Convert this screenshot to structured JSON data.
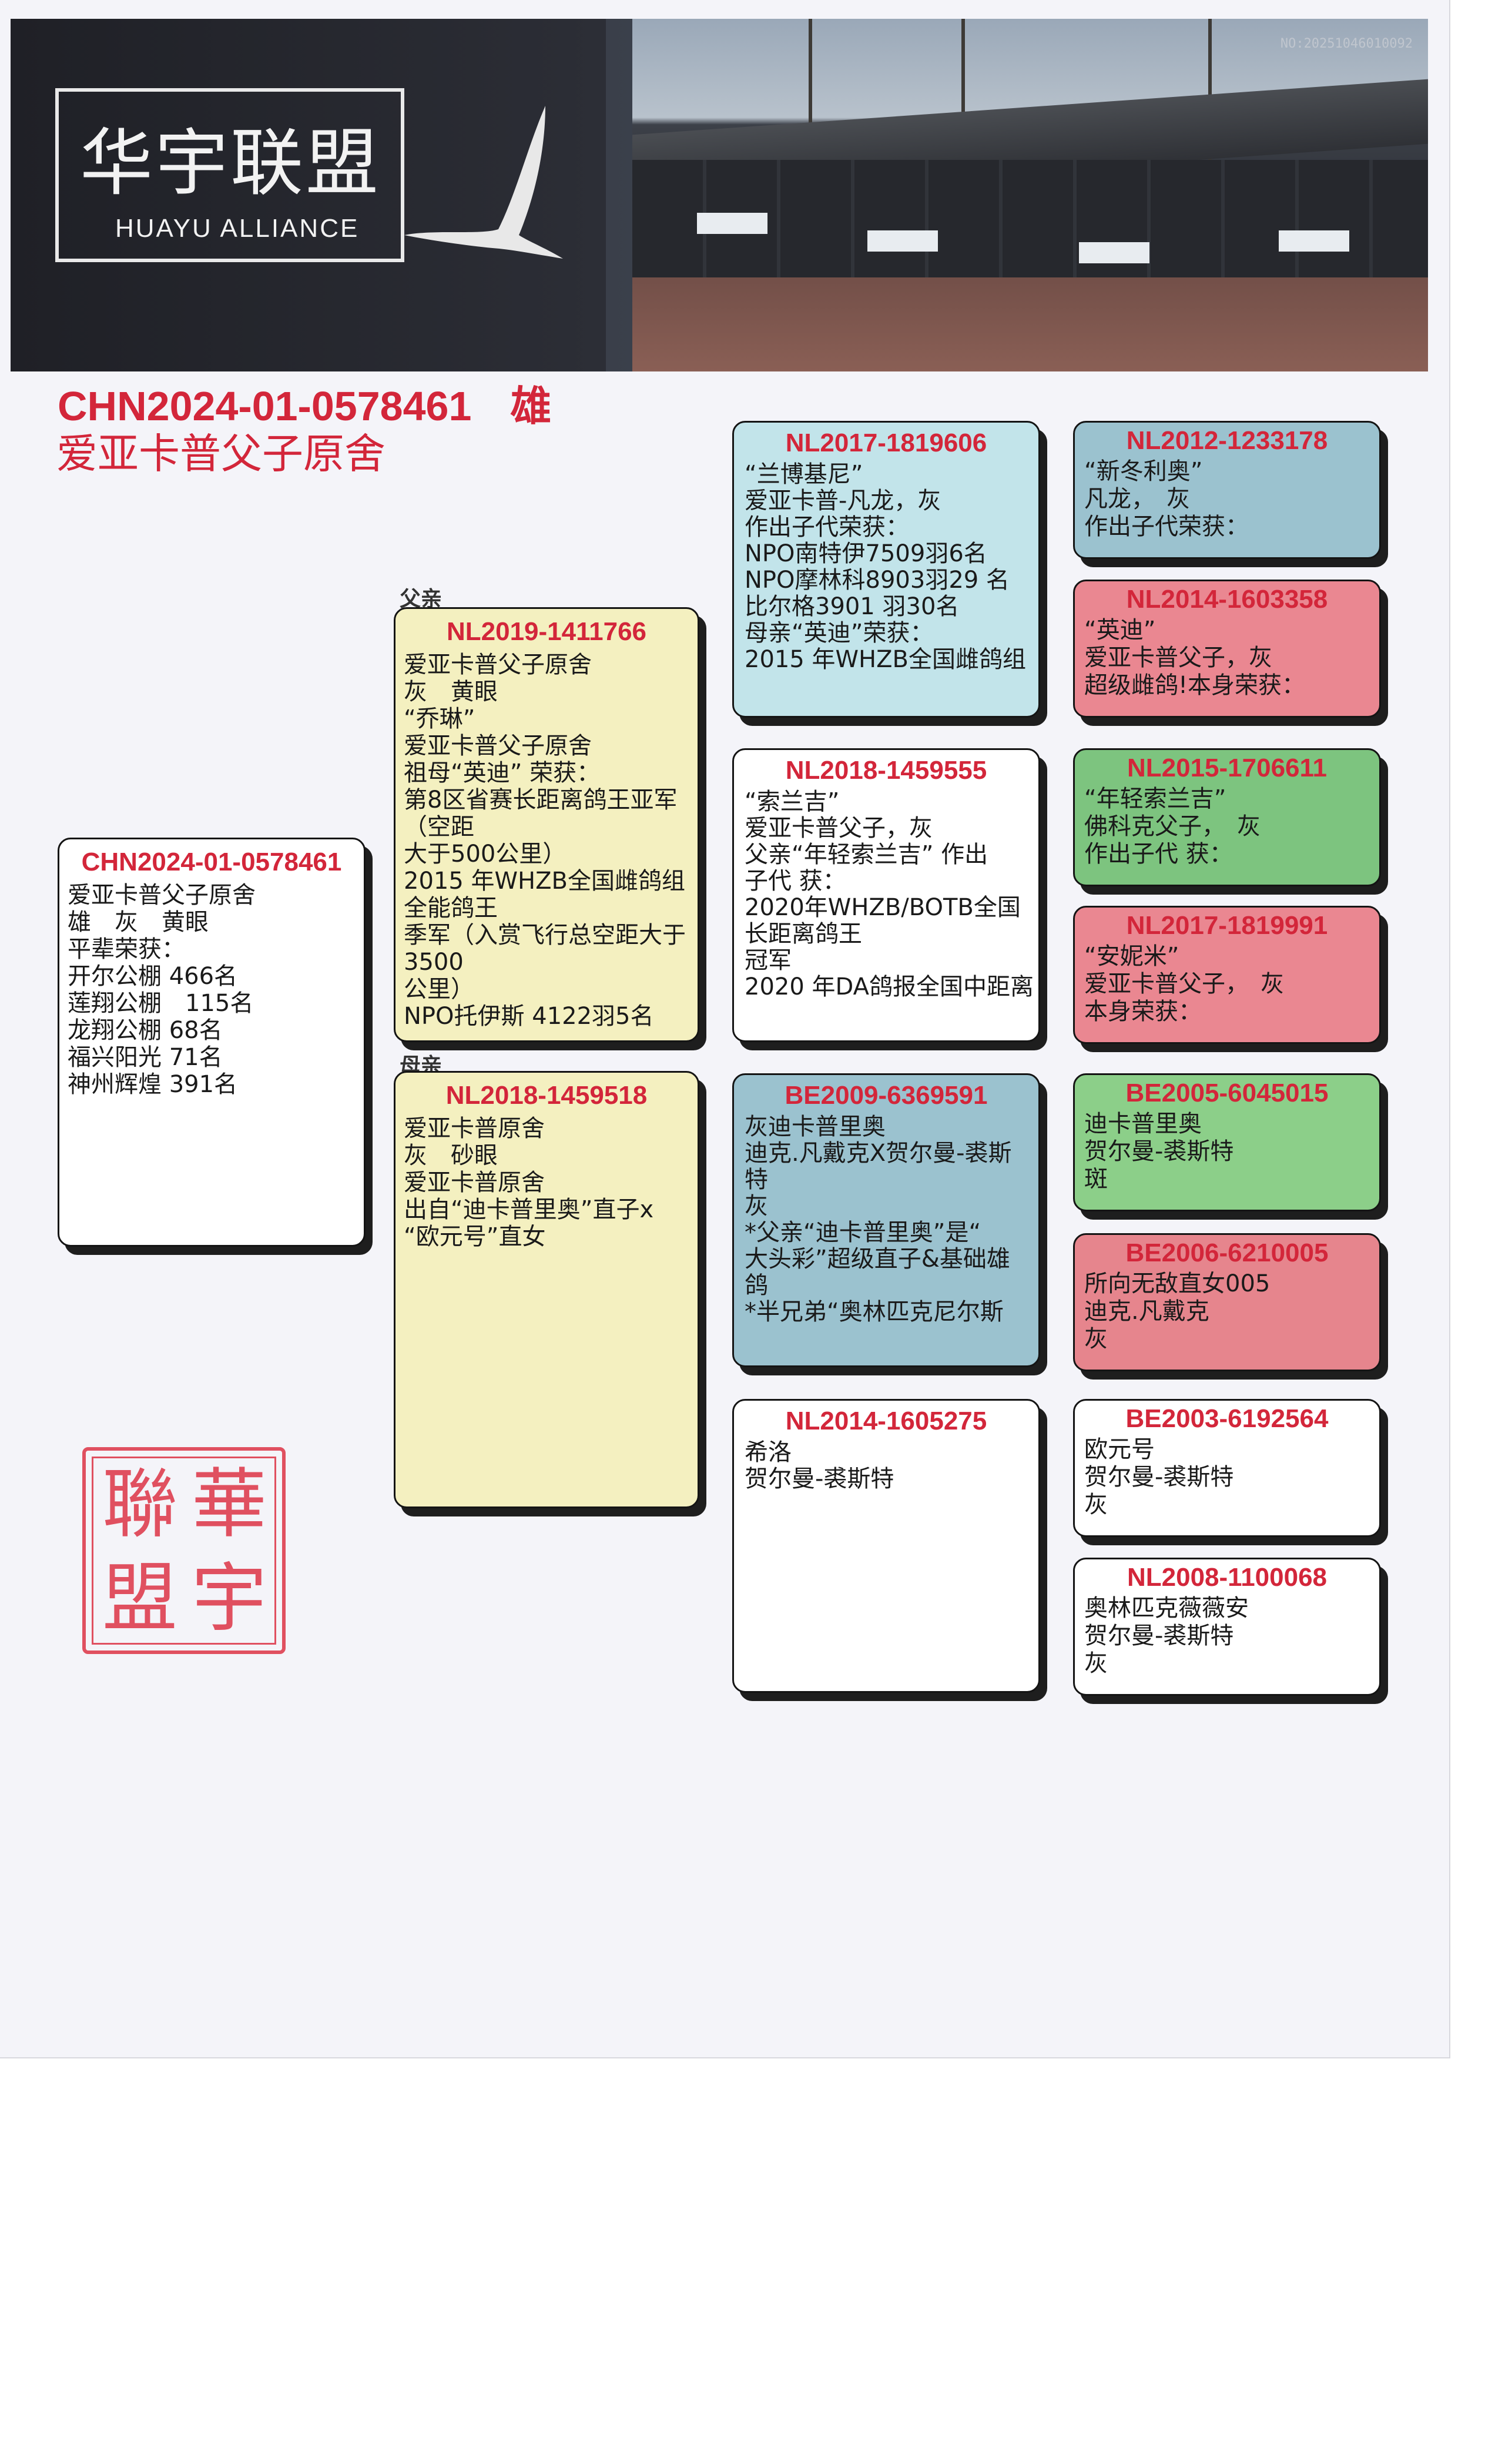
{
  "banner": {
    "logo_cn": "华宇联盟",
    "logo_en": "HUAYU ALLIANCE",
    "photo_ref": "NO:20251046010092"
  },
  "title": {
    "ring": "CHN2024-01-0578461",
    "sex": "雄",
    "loft": "爱亚卡普父子原舍"
  },
  "labels": {
    "father": "父亲",
    "mother": "母亲"
  },
  "subject": {
    "ring": "CHN2024-01-0578461",
    "lines": [
      "爱亚卡普父子原舍",
      "雄　灰　黄眼",
      "平辈荣获：",
      "开尔公棚 466名",
      "莲翔公棚　115名",
      "龙翔公棚 68名",
      "福兴阳光 71名",
      "神州辉煌 391名"
    ]
  },
  "father": {
    "ring": "NL2019-1411766",
    "lines": [
      "爱亚卡普父子原舍",
      "灰　黄眼",
      "“乔琳”",
      "爱亚卡普父子原舍",
      "祖母“英迪” 荣获：",
      "第8区省赛长距离鸽王亚军",
      "（空距",
      "大于500公里）",
      "2015 年WHZB全国雌鸽组",
      "全能鸽王",
      "季军（入赏飞行总空距大于",
      "3500",
      "公里）",
      "NPO托伊斯 4122羽5名"
    ]
  },
  "mother": {
    "ring": "NL2018-1459518",
    "lines": [
      "爱亚卡普原舍",
      "灰　砂眼",
      "爱亚卡普原舍",
      "出自“迪卡普里奥”直子x",
      "“欧元号”直女"
    ]
  },
  "ff": {
    "ring": "NL2017-1819606",
    "lines": [
      "“兰博基尼”",
      "爱亚卡普-凡龙，灰",
      "作出子代荣获：",
      "NPO南特伊7509羽6名",
      "NPO摩林科8903羽29 名",
      "比尔格3901 羽30名",
      "母亲“英迪”荣获：",
      "2015 年WHZB全国雌鸽组"
    ]
  },
  "fm": {
    "ring": "NL2018-1459555",
    "lines": [
      "“索兰吉”",
      "爱亚卡普父子，灰",
      "父亲“年轻索兰吉” 作出",
      "子代 获：",
      "2020年WHZB/BOTB全国",
      "长距离鸽王",
      "冠军",
      "2020 年DA鸽报全国中距离"
    ]
  },
  "mf": {
    "ring": "BE2009-6369591",
    "lines": [
      "灰迪卡普里奥",
      "迪克.凡戴克X贺尔曼-裘斯",
      "特",
      "灰",
      "*父亲“迪卡普里奥”是“",
      "大头彩”超级直子&基础雄",
      "鸽",
      "*半兄弟“奥林匹克尼尔斯"
    ]
  },
  "mm": {
    "ring": "NL2014-1605275",
    "lines": [
      "希洛",
      "贺尔曼-裘斯特"
    ]
  },
  "fff": {
    "ring": "NL2012-1233178",
    "lines": [
      "“新冬利奥”",
      "凡龙，　灰",
      "作出子代荣获："
    ]
  },
  "ffm": {
    "ring": "NL2014-1603358",
    "lines": [
      "“英迪”",
      "爱亚卡普父子，灰",
      "超级雌鸽!本身荣获："
    ]
  },
  "fmf": {
    "ring": "NL2015-1706611",
    "lines": [
      "“年轻索兰吉”",
      "佛科克父子，　灰",
      "作出子代 获："
    ]
  },
  "fmm": {
    "ring": "NL2017-1819991",
    "lines": [
      "“安妮米”",
      "爱亚卡普父子，　灰",
      "本身荣获："
    ]
  },
  "mff": {
    "ring": "BE2005-6045015",
    "lines": [
      "迪卡普里奥",
      "贺尔曼-裘斯特",
      "斑"
    ]
  },
  "mfm": {
    "ring": "BE2006-6210005",
    "lines": [
      "所向无敌直女005",
      "迪克.凡戴克",
      "灰"
    ]
  },
  "mmf": {
    "ring": "BE2003-6192564",
    "lines": [
      "欧元号",
      "贺尔曼-裘斯特",
      "灰"
    ]
  },
  "mmm": {
    "ring": "NL2008-1100068",
    "lines": [
      "奥林匹克薇薇安",
      "贺尔曼-裘斯特",
      "灰"
    ]
  },
  "seal": {
    "chars": [
      "華",
      "宇",
      "聯",
      "盟"
    ]
  },
  "colors": {
    "ring_red": "#d3263a",
    "seal_red": "#e05060"
  }
}
